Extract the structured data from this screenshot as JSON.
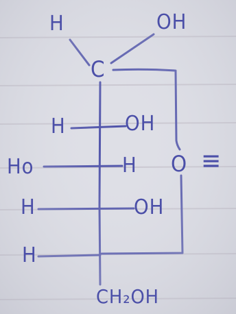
{
  "structure": {
    "top_left": "H",
    "top_right": "OH",
    "anomeric_carbon": "C",
    "row1_left": "H",
    "row1_right": "OH",
    "row2_left": "Ho",
    "row2_right": "H",
    "ring_oxygen": "O",
    "equals_sign": "≡",
    "row3_left": "H",
    "row3_right": "OH",
    "row4_left": "H",
    "bottom": "CH₂OH"
  },
  "colors": {
    "paper": "#dedfe6",
    "ruled_line": "#c9c6cf",
    "ink": "#4b4fa8"
  }
}
